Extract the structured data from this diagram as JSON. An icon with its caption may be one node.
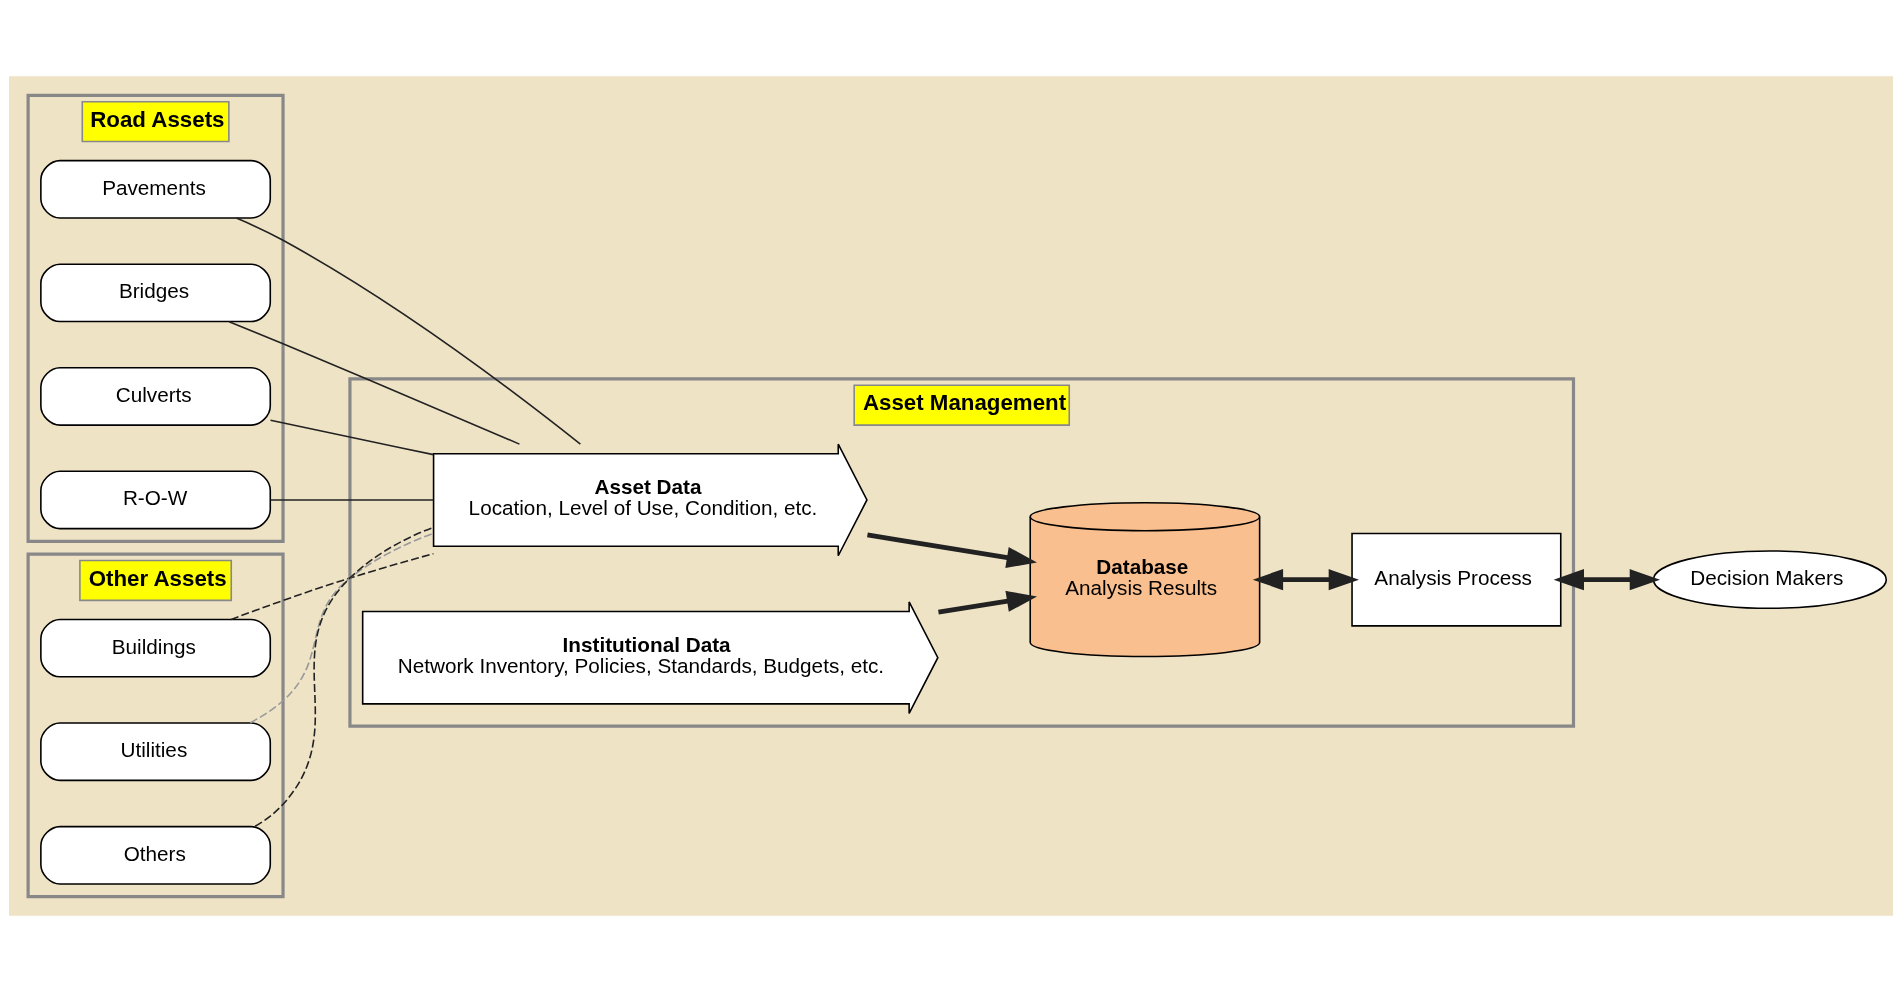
{
  "diagram": {
    "nodes": [
      {
        "text": [
          "Road Assets"
        ]
      },
      {
        "text": [
          "Pavements"
        ],
        "in": 0
      },
      {
        "text": [
          "Bridges"
        ],
        "in": 0
      },
      {
        "text": [
          "Culverts"
        ],
        "in": 0
      },
      {
        "text": [
          "R-O-W"
        ],
        "in": 0
      },
      {
        "text": [
          "Other Assets"
        ]
      },
      {
        "text": [
          "Buildings"
        ],
        "in": 5
      },
      {
        "text": [
          "Utilities"
        ],
        "in": 5
      },
      {
        "text": [
          "Others"
        ],
        "in": 5
      },
      {
        "text": [
          "Asset Management"
        ]
      },
      {
        "text": [
          "Asset Data",
          "Location, Level of Use, Condition, etc."
        ],
        "in": 9
      },
      {
        "text": [
          "Institutional Data",
          "Network Inventory, Policies, Standards, Budgets, etc."
        ],
        "in": 9
      },
      {
        "text": [
          "Database",
          "Analysis Results"
        ],
        "in": 9
      },
      {
        "text": [
          "Analysis Process"
        ],
        "in": 9
      },
      {
        "text": [
          "Decision Makers"
        ]
      }
    ],
    "edges": [
      {
        "from": 1,
        "to": 10,
        "arrow": "none"
      },
      {
        "from": 2,
        "to": 10,
        "arrow": "none"
      },
      {
        "from": 3,
        "to": 10,
        "arrow": "none"
      },
      {
        "from": 4,
        "to": 10,
        "arrow": "none"
      },
      {
        "from": 6,
        "to": 10,
        "arrow": "none",
        "style": "dashed"
      },
      {
        "from": 7,
        "to": 10,
        "arrow": "none",
        "style": "dashed",
        "color": "#999999"
      },
      {
        "from": 8,
        "to": 10,
        "arrow": "none",
        "style": "dashed"
      },
      {
        "from": 10,
        "to": 12,
        "arrow": "to",
        "style": "thick"
      },
      {
        "from": 11,
        "to": 12,
        "arrow": "to",
        "style": "thick"
      },
      {
        "from": 12,
        "to": 13,
        "arrow": "both",
        "style": "thick"
      },
      {
        "from": 13,
        "to": 14,
        "arrow": "both",
        "style": "thick"
      }
    ]
  }
}
